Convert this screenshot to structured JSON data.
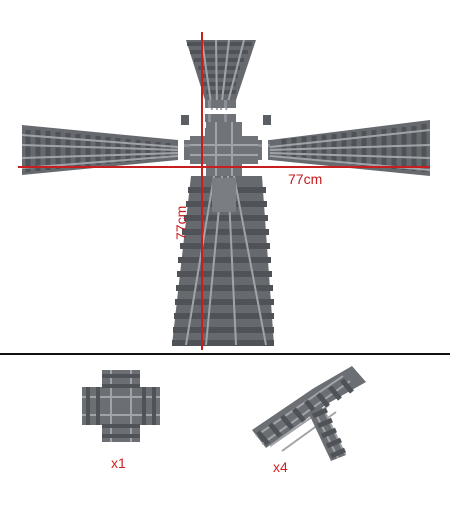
{
  "image": {
    "layout_measurement_horizontal": "77cm",
    "layout_measurement_vertical": "77cm",
    "crossing_quantity": "x1",
    "switch_quantity": "x4"
  },
  "colors": {
    "track": "#6f7377",
    "track_dark": "#4f5357",
    "measure_line": "#c81e1e",
    "quantity_text": "#d21f1f",
    "divider": "#111111"
  }
}
